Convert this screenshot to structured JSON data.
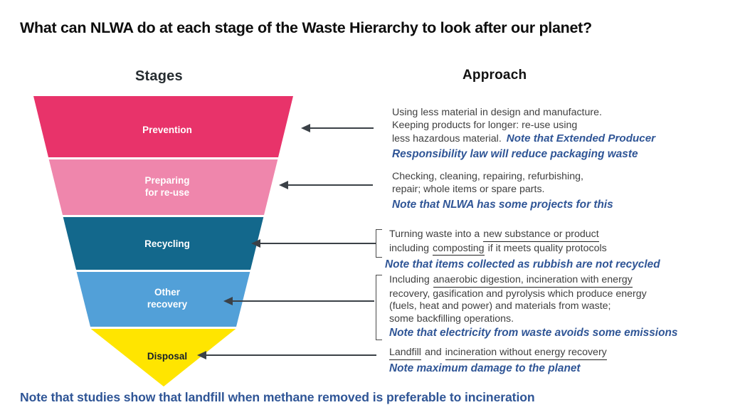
{
  "title": "What can NLWA do at each stage of the Waste Hierarchy to look after our planet?",
  "headers": {
    "stages": "Stages",
    "approach": "Approach"
  },
  "colors": {
    "prevention": "#E8336A",
    "preparing_for_reuse": "#EF86AC",
    "recycling": "#13688C",
    "other_recovery": "#52A0D8",
    "disposal": "#FFE500",
    "note_text": "#2F5596",
    "body_text": "#3F3F3F",
    "arrow": "#3B4147"
  },
  "stages": [
    {
      "id": "prevention",
      "label": "Prevention",
      "label_color": "#ffffff"
    },
    {
      "id": "preparing",
      "label_line1": "Preparing",
      "label_line2": "for re-use",
      "label_color": "#ffffff"
    },
    {
      "id": "recycling",
      "label": "Recycling",
      "label_color": "#ffffff"
    },
    {
      "id": "other",
      "label_line1": "Other",
      "label_line2": "recovery",
      "label_color": "#ffffff"
    },
    {
      "id": "disposal",
      "label": "Disposal",
      "label_color": "#17202a"
    }
  ],
  "approach": {
    "prevention": {
      "line1": "Using less material in design and manufacture.",
      "line2": "Keeping products for longer: re-use using",
      "line3": "less hazardous material.",
      "note_inline": "Note that Extended Producer",
      "note_line2": "Responsibility law will reduce packaging waste"
    },
    "preparing": {
      "line1": "Checking, cleaning, repairing, refurbishing,",
      "line2": "repair; whole items or spare parts.",
      "note": "Note that NLWA has some projects for this"
    },
    "recycling": {
      "line1_a": "Turning waste into a",
      "line1_b": "new substance or product",
      "line2_a": "including",
      "line2_b": "composting",
      "line2_c": "if it meets quality protocols",
      "note": "Note that items collected as rubbish are not recycled"
    },
    "other_recovery": {
      "line1_a": "Including",
      "line1_b": "anaerobic digestion, incineration with energy",
      "line2": "recovery, gasification and pyrolysis which produce energy",
      "line3": "(fuels, heat and power) and materials from waste;",
      "line4": "some backfilling operations.",
      "note": "Note that electricity from waste avoids some emissions"
    },
    "disposal": {
      "line1_a": "Landfill",
      "line1_b": "and",
      "line1_c": "incineration without energy recovery",
      "note": "Note maximum damage to the planet"
    }
  },
  "bottom_note": "Note that studies show that landfill when methane removed is preferable to incineration"
}
